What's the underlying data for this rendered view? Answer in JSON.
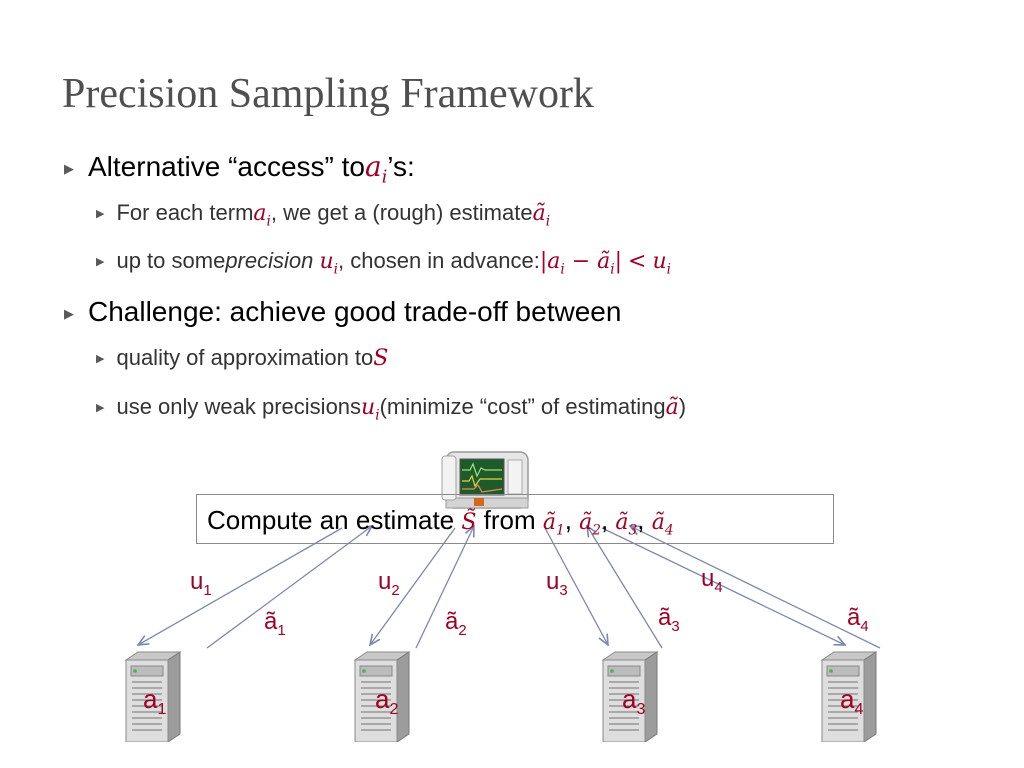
{
  "title": "Precision Sampling Framework",
  "bullets": {
    "b1": {
      "pre": "Alternative “access” to ",
      "var": "a",
      "sub": "i",
      "post": "’s:"
    },
    "b1a": {
      "pre": "For each term ",
      "var": "a",
      "sub": "i",
      "mid": ", we get a (rough) estimate ",
      "var2": "ã",
      "sub2": "i"
    },
    "b1b": {
      "pre": "up to some ",
      "italic": "precision",
      "var": "u",
      "sub": "i",
      "mid": ", chosen in advance: ",
      "formula": "|a",
      "fsub1": "i",
      "fminus": " − ã",
      "fsub2": "i",
      "fclose": "|",
      "flt": "<",
      "fu": "u",
      "fsub3": "i"
    },
    "b2": {
      "text": "Challenge: achieve good trade-off between"
    },
    "b2a": {
      "pre": "quality of approximation to ",
      "var": "S"
    },
    "b2b": {
      "pre": "use only weak precisions ",
      "var": "u",
      "sub": "i",
      "mid": " (minimize “cost” of estimating ",
      "var2": "ã",
      "post": ")"
    }
  },
  "compute": {
    "pre": "Compute an estimate ",
    "var": "S̃",
    "mid": " from ",
    "v1": "ã",
    "s1": "1",
    "v2": "ã",
    "s2": "2",
    "v3": "ã",
    "s3": "3",
    "v4": "ã",
    "s4": "4",
    "comma": ","
  },
  "labels": {
    "u1": {
      "base": "u",
      "sub": "1"
    },
    "u2": {
      "base": "u",
      "sub": "2"
    },
    "u3": {
      "base": "u",
      "sub": "3"
    },
    "u4": {
      "base": "u",
      "sub": "4"
    },
    "at1": {
      "base": "ã",
      "sub": "1"
    },
    "at2": {
      "base": "ã",
      "sub": "2"
    },
    "at3": {
      "base": "ã",
      "sub": "3"
    },
    "at4": {
      "base": "ã",
      "sub": "4"
    },
    "a1": {
      "base": "a",
      "sub": "1"
    },
    "a2": {
      "base": "a",
      "sub": "2"
    },
    "a3": {
      "base": "a",
      "sub": "3"
    },
    "a4": {
      "base": "a",
      "sub": "4"
    }
  },
  "colors": {
    "accent": "#a00024",
    "title": "#4f4f4f",
    "arrow": "#7f86b0"
  },
  "icons": {
    "bullet": "triangle-right-icon",
    "server": "server-tower-icon",
    "monitor": "monitor-device-icon"
  }
}
